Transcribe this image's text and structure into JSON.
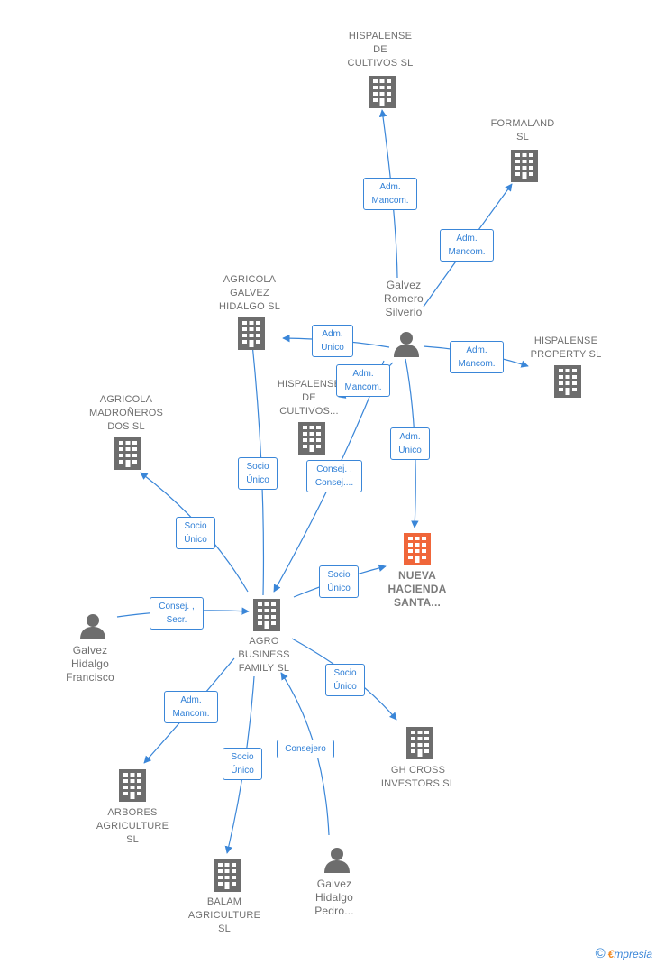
{
  "colors": {
    "edge": "#3a86d8",
    "company_icon": "#6d6d6d",
    "main_icon": "#f0663a",
    "person_icon": "#6d6d6d"
  },
  "nodes": {
    "hispalense_cultivos_top": {
      "label": "HISPALENSE\nDE\nCULTIVOS  SL",
      "icon": "building-icon"
    },
    "formaland": {
      "label": "FORMALAND\nSL",
      "icon": "building-icon"
    },
    "galvez_romero": {
      "label": "Galvez\nRomero\nSilverio",
      "icon": "person-icon"
    },
    "agricola_galvez": {
      "label": "AGRICOLA\nGALVEZ\nHIDALGO  SL",
      "icon": "building-icon"
    },
    "hispalense_property": {
      "label": "HISPALENSE\nPROPERTY  SL",
      "icon": "building-icon"
    },
    "hispalense_cultivos_mid": {
      "label": "HISPALENSE\nDE\nCULTIVOS...",
      "icon": "building-icon"
    },
    "agricola_madronieros": {
      "label": "AGRICOLA\nMADROÑEROS\nDOS  SL",
      "icon": "building-icon"
    },
    "nueva_hacienda": {
      "label": "NUEVA\nHACIENDA\nSANTA...",
      "icon": "building-icon"
    },
    "galvez_francisco": {
      "label": "Galvez\nHidalgo\nFrancisco",
      "icon": "person-icon"
    },
    "agro_business": {
      "label": "AGRO\nBUSINESS\nFAMILY  SL",
      "icon": "building-icon"
    },
    "gh_cross": {
      "label": "GH CROSS\nINVESTORS  SL",
      "icon": "building-icon"
    },
    "arbores": {
      "label": "ARBORES\nAGRICULTURE\nSL",
      "icon": "building-icon"
    },
    "balam": {
      "label": "BALAM\nAGRICULTURE\nSL",
      "icon": "building-icon"
    },
    "galvez_pedro": {
      "label": "Galvez\nHidalgo\nPedro...",
      "icon": "person-icon"
    }
  },
  "edges": {
    "e1": "Adm.\nMancom.",
    "e2": "Adm.\nMancom.",
    "e3": "Adm.\nUnico",
    "e4": "Adm.\nMancom.",
    "e5": "Adm.\nMancom.",
    "e6": "Adm.\nUnico",
    "e7": "Consej. ,\nConsej....",
    "e8": "Socio\nÚnico",
    "e9": "Socio\nÚnico",
    "e10": "Socio\nÚnico",
    "e11": "Consej. ,\nSecr.",
    "e12": "Adm.\nMancom.",
    "e13": "Socio\nÚnico",
    "e14": "Socio\nÚnico",
    "e15": "Consejero"
  },
  "footer": {
    "copyright_symbol": "©",
    "brand_first": "€",
    "brand_rest": "mpresia"
  }
}
